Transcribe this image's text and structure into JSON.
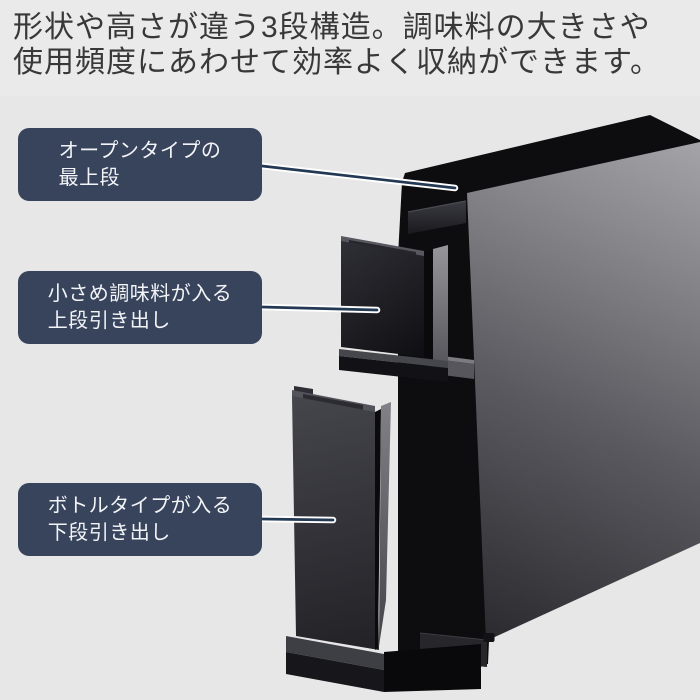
{
  "header": {
    "line1": "形状や高さが違う3段構造。調味料の大きさや",
    "line2": "使用頻度にあわせて効率よく収納ができます。"
  },
  "callouts": [
    {
      "line1": "オープンタイプの",
      "line2": "最上段"
    },
    {
      "line1": "小さめ調味料が入る",
      "line2": "上段引き出し"
    },
    {
      "line1": "ボトルタイプが入る",
      "line2": "下段引き出し"
    }
  ],
  "colors": {
    "page_background": "#e7e7e7",
    "header_background": "#eaeaea",
    "header_text": "#383838",
    "callout_background": "#38445c",
    "callout_text": "#f2f4f7",
    "leader_line": "#233853",
    "leader_casing": "#ffffff",
    "product_black": "#0d0d10",
    "product_panel_dark": "#28282d",
    "product_panel_light": "#a4a4a8"
  }
}
